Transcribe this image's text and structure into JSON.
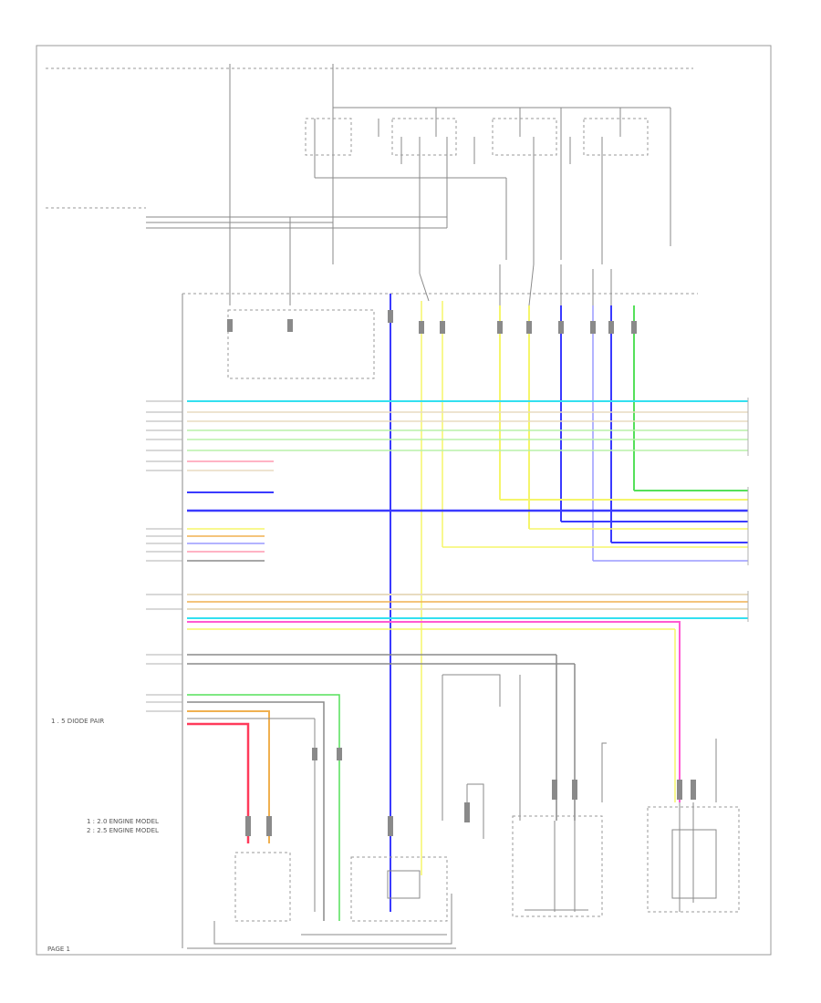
{
  "labels": {
    "diode_pair": "1 . 5 DIODE PAIR",
    "notes_line1": "1 : 2.0 ENGINE MODEL",
    "notes_line2": "2 : 2.5 ENGINE MODEL",
    "page_ref": "PAGE 1"
  },
  "colors": {
    "frame": "#9a9a9a",
    "ground_wire": "#8a8a8a",
    "cyan": "#33e0f0",
    "blue": "#3a3aff",
    "yellow": "#f5f56a",
    "green": "#55e05a",
    "pink": "#ff5ad2",
    "red": "#ff3a5a",
    "orange": "#f0b050",
    "lavender": "#9a9aff",
    "tan": "#e8dcc0",
    "light_green": "#b8f0a8"
  }
}
